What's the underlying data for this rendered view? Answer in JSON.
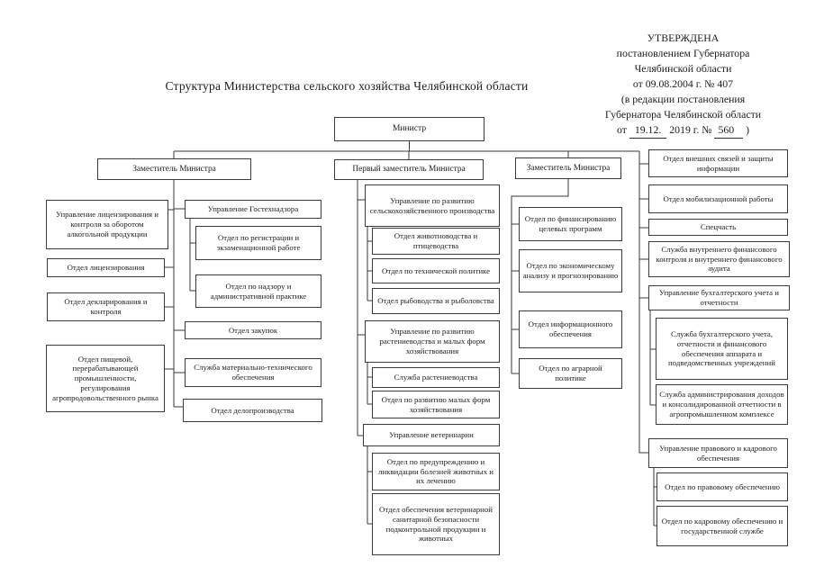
{
  "title": "Структура Министерства сельского хозяйства Челябинской области",
  "approval": {
    "lines": [
      "УТВЕРЖДЕНА",
      "постановлением Губернатора",
      "Челябинской области",
      "от 09.08.2004 г. № 407",
      "(в редакции постановления",
      "Губернатора Челябинской области"
    ],
    "last_line": {
      "prefix": "от",
      "date": "19.12.",
      "middle": "2019 г. №",
      "number": "560",
      "suffix": ")"
    }
  },
  "nodes": {
    "minister": {
      "label": "Министр"
    },
    "deputy_left": {
      "label": "Заместитель Министра"
    },
    "first_deputy": {
      "label": "Первый заместитель Министра"
    },
    "deputy_right": {
      "label": "Заместитель Министра"
    },
    "c1b1": {
      "label": "Управление лицензирования и контроля за оборотом алкогольной продукции"
    },
    "c1b2": {
      "label": "Отдел лицензирования"
    },
    "c1b3": {
      "label": "Отдел декларирования и контроля"
    },
    "c1b4": {
      "label": "Отдел пищевой, перерабатывающей промышленности, регулирования агропродовольственного рынка"
    },
    "c2b1": {
      "label": "Управление Гостехнадзора"
    },
    "c2b2": {
      "label": "Отдел по регистрации и экзаменационной работе"
    },
    "c2b3": {
      "label": "Отдел по надзору и административной практике"
    },
    "c2b4": {
      "label": "Отдел закупок"
    },
    "c2b5": {
      "label": "Служба материально-технического обеспечения"
    },
    "c2b6": {
      "label": "Отдел делопроизводства"
    },
    "c3b1": {
      "label": "Управление по развитию сельскохозяйственного производства"
    },
    "c3b2": {
      "label": "Отдел животноводства и птицеводства"
    },
    "c3b3": {
      "label": "Отдел по технической политике"
    },
    "c3b4": {
      "label": "Отдел рыбоводства и рыболовства"
    },
    "c3b5": {
      "label": "Управление по развитию растениеводства и малых форм хозяйствования"
    },
    "c3b6": {
      "label": "Служба растениеводства"
    },
    "c3b7": {
      "label": "Отдел по развитию малых форм хозяйствования"
    },
    "c3b8": {
      "label": "Управление ветеринарии"
    },
    "c3b9": {
      "label": "Отдел по предупреждению и ликвидации болезней животных и их лечению"
    },
    "c3b10": {
      "label": "Отдел обеспечения ветеринарной санитарной безопасности подконтрольной продукции и животных"
    },
    "c4b1": {
      "label": "Отдел по финансированию целевых программ"
    },
    "c4b2": {
      "label": "Отдел по экономическому анализу и прогнозированию"
    },
    "c4b3": {
      "label": "Отдел информационного обеспечения"
    },
    "c4b4": {
      "label": "Отдел по аграрной политике"
    },
    "c5b1": {
      "label": "Отдел внешних связей и защиты информации"
    },
    "c5b2": {
      "label": "Отдел мобилизационной работы"
    },
    "c5b3": {
      "label": "Спецчасть"
    },
    "c5b4": {
      "label": "Служба внутреннего финансового контроля и внутреннего финансового аудита"
    },
    "c5b5": {
      "label": "Управление бухгалтерского учета и отчетности"
    },
    "c5b6": {
      "label": "Служба бухгалтерского учета, отчетности и финансового обеспечения аппарата и подведомственных учреждений"
    },
    "c5b7": {
      "label": "Служба администрирования доходов и консолидированной отчетности в агропромышленном комплексе"
    },
    "c5b8": {
      "label": "Управление правового и кадрового обеспечения"
    },
    "c5b9": {
      "label": "Отдел по правовому обеспечению"
    },
    "c5b10": {
      "label": "Отдел по кадровому обеспечению и государственной службе"
    }
  }
}
